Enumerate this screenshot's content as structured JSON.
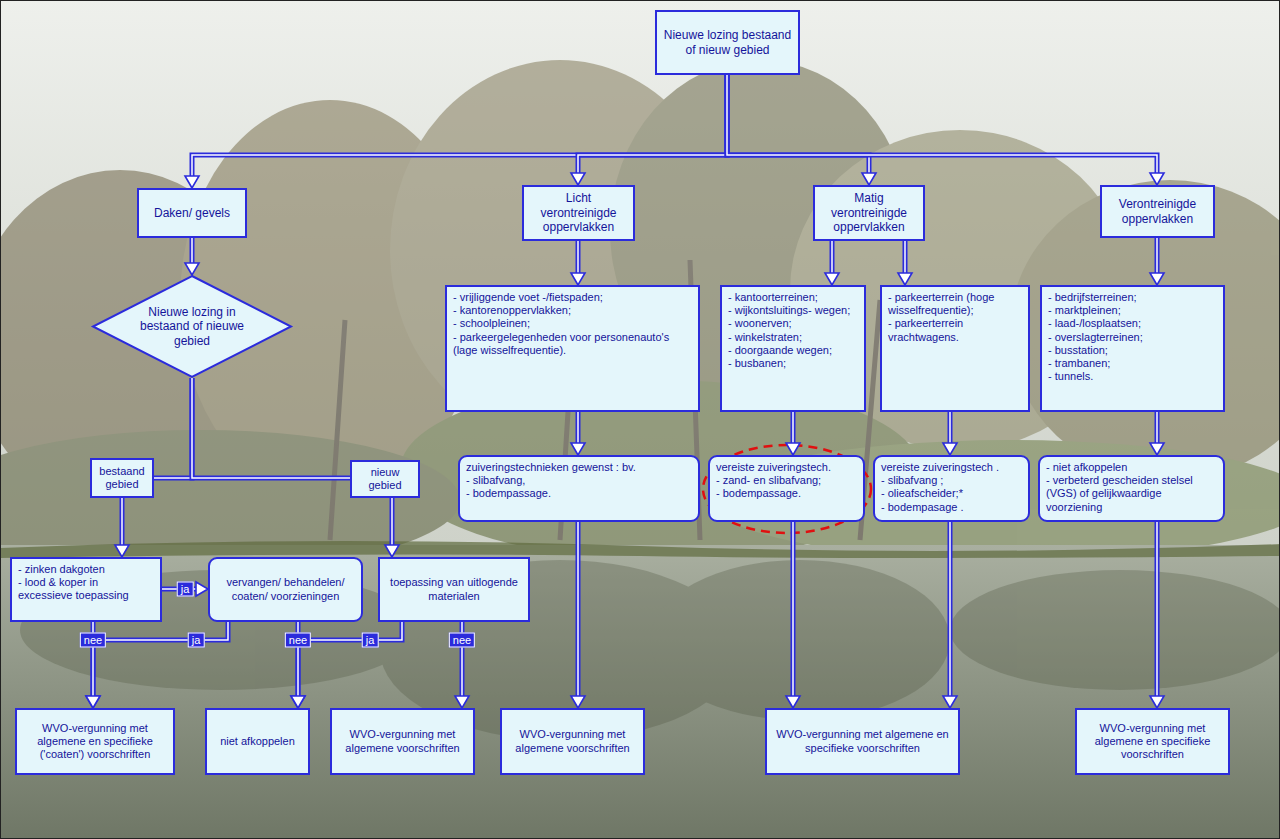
{
  "diagram": {
    "nodes": [
      {
        "text": [
          "Nieuwe lozing bestaand of nieuw gebied"
        ]
      },
      {
        "text": [
          "Daken/ gevels"
        ]
      },
      {
        "text": [
          "Licht verontreinigde oppervlakken"
        ]
      },
      {
        "text": [
          "Matig verontreinigde oppervlakken"
        ]
      },
      {
        "text": [
          "Verontreinigde oppervlakken"
        ]
      },
      {
        "text": [
          "Nieuwe lozing in bestaand of nieuwe gebied"
        ]
      },
      {
        "text": [
          "- vrijliggende voet -/fietspaden;",
          "- kantorenoppervlakken;",
          "- schoolpleinen;",
          "- parkeergelegenheden voor personenauto's (lage wisselfrequentie)."
        ]
      },
      {
        "text": [
          "- kantoorterreinen;",
          "- wijkontsluitings- wegen;",
          "- woonerven;",
          "- winkelstraten;",
          "- doorgaande wegen;",
          "- busbanen;"
        ]
      },
      {
        "text": [
          "- parkeerterrein (hoge wisselfrequentie);",
          "- parkeerterrein vrachtwagens."
        ]
      },
      {
        "text": [
          "- bedrijfsterreinen;",
          "- marktpleinen;",
          "- laad-/losplaatsen;",
          "- overslagterreinen;",
          "- busstation;",
          "- trambanen;",
          "- tunnels."
        ]
      },
      {
        "text": [
          "zuiveringstechnieken gewenst : bv.",
          "- slibafvang,",
          "- bodempassage."
        ]
      },
      {
        "text": [
          "vereiste zuiveringstech.",
          "- zand- en slibafvang;",
          "- bodempassage."
        ]
      },
      {
        "text": [
          "vereiste zuiveringstech .",
          "- slibafvang ;",
          "- olieafscheider;*",
          "- bodempasage ."
        ]
      },
      {
        "text": [
          "- niet afkoppelen",
          "- verbeterd gescheiden stelsel (VGS) of gelijkwaardige voorziening"
        ]
      },
      {
        "text": [
          "bestaand gebied"
        ]
      },
      {
        "text": [
          "nieuw gebied"
        ]
      },
      {
        "text": [
          "- zinken dakgoten",
          "- lood & koper in excessieve toepassing"
        ]
      },
      {
        "text": [
          "vervangen/ behandelen/ coaten/ voorzieningen"
        ]
      },
      {
        "text": [
          "toepassing van uitlogende materialen"
        ]
      },
      {
        "text": [
          "WVO-vergunning met algemene en specifieke ('coaten') voorschriften"
        ]
      },
      {
        "text": [
          "niet afkoppelen"
        ]
      },
      {
        "text": [
          "WVO-vergunning met algemene voorschriften"
        ]
      },
      {
        "text": [
          "WVO-vergunning met algemene voorschriften"
        ]
      },
      {
        "text": [
          "WVO-vergunning met algemene en specifieke voorschriften"
        ]
      },
      {
        "text": [
          "WVO-vergunning met algemene en specifieke voorschriften"
        ]
      }
    ],
    "edges": [
      {
        "from": 0,
        "to": 1,
        "arrow": "to"
      },
      {
        "from": 0,
        "to": 2,
        "arrow": "to"
      },
      {
        "from": 0,
        "to": 3,
        "arrow": "to"
      },
      {
        "from": 0,
        "to": 4,
        "arrow": "to"
      },
      {
        "from": 1,
        "to": 5,
        "arrow": "to"
      },
      {
        "from": 2,
        "to": 6,
        "arrow": "to"
      },
      {
        "from": 3,
        "to": 7,
        "arrow": "to"
      },
      {
        "from": 3,
        "to": 8,
        "arrow": "to"
      },
      {
        "from": 4,
        "to": 9,
        "arrow": "to"
      },
      {
        "from": 5,
        "to": 14,
        "arrow": "none"
      },
      {
        "from": 5,
        "to": 15,
        "arrow": "none"
      },
      {
        "from": 6,
        "to": 10,
        "arrow": "to"
      },
      {
        "from": 7,
        "to": 11,
        "arrow": "to"
      },
      {
        "from": 8,
        "to": 12,
        "arrow": "to"
      },
      {
        "from": 9,
        "to": 13,
        "arrow": "to"
      },
      {
        "from": 14,
        "to": 16,
        "arrow": "to"
      },
      {
        "from": 15,
        "to": 18,
        "arrow": "to"
      },
      {
        "from": 16,
        "to": 17,
        "label": "ja",
        "arrow": "to"
      },
      {
        "from": 16,
        "to": 19,
        "label": "nee",
        "arrow": "to"
      },
      {
        "from": 17,
        "to": 19,
        "label": "ja",
        "arrow": "to"
      },
      {
        "from": 17,
        "to": 20,
        "label": "nee",
        "arrow": "to"
      },
      {
        "from": 18,
        "to": 20,
        "label": "ja",
        "arrow": "to"
      },
      {
        "from": 18,
        "to": 21,
        "label": "nee",
        "arrow": "to"
      },
      {
        "from": 10,
        "to": 22,
        "arrow": "to"
      },
      {
        "from": 11,
        "to": 23,
        "arrow": "to"
      },
      {
        "from": 12,
        "to": 23,
        "arrow": "to"
      },
      {
        "from": 13,
        "to": 24,
        "arrow": "to"
      }
    ]
  }
}
